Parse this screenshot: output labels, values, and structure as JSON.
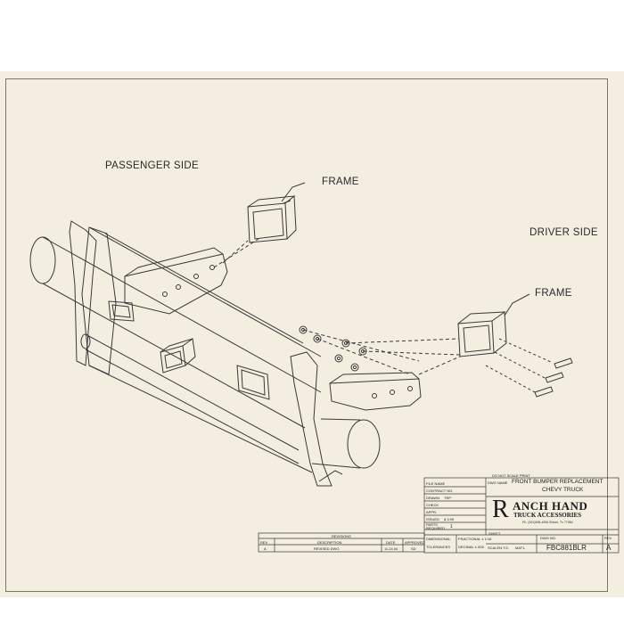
{
  "labels": {
    "passenger_side": "PASSENGER SIDE",
    "driver_side": "DRIVER SIDE",
    "frame_left": "FRAME",
    "frame_right": "FRAME"
  },
  "title_block": {
    "do_not_scale": "DO NOT SCALE PRINT",
    "file_name_label": "FILE NAME",
    "contract_no_label": "CONTRACT NO.",
    "drawn_label": "DRAWN",
    "drawn_value": "TRP",
    "check_label": "CHECK",
    "appr_label": "APPR.",
    "issued_label": "ISSUED",
    "issued_value": "8.3.99",
    "parts_required_label": "PARTS REQUIRED",
    "parts_required_value": "1",
    "dwg_name_label": "DWG NAME",
    "dwg_name_line1": "FRONT BUMPER REPLACEMENT",
    "dwg_name_line2": "CHEVY TRUCK",
    "company_initial": "R",
    "company_rest": "ANCH HAND",
    "company_sub": "TRUCK ACCESSORIES",
    "company_address": "Ph. (361)598-4606 Shiner, Tx 77984",
    "sheet_label": "SHEET",
    "dwg_no_label": "DWG NO.",
    "dwg_no_value": "FBC881BLR",
    "rev_label": "REV",
    "rev_value": "A",
    "scale_label": "SCALE",
    "scale_value": "N.T.S.",
    "matl_label": "MAT'L",
    "dimensional_label": "DIMENSIONAL",
    "fractional_label": "FRACTIONAL ± 1/16",
    "tolerances_label": "TOLERANCES",
    "decimal_label": "DECIMAL ±.005"
  },
  "revisions": {
    "title": "REVISIONS",
    "headers": [
      "REV",
      "DESCRIPTION",
      "DATE",
      "APPROVED"
    ],
    "rows": [
      [
        "A",
        "REVISED DWG",
        "11.24.04",
        "SD"
      ]
    ]
  }
}
